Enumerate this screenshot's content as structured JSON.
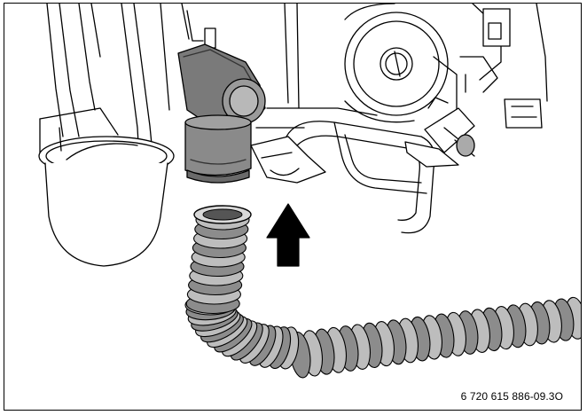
{
  "figure": {
    "code": "6 720 615 886-09.3O"
  },
  "icons": {
    "arrow": "arrow-up-icon",
    "hose": "corrugated-hose",
    "trap": "condensate-trap",
    "pump": "pump-head",
    "valve": "pressure-relief-valve"
  },
  "colors": {
    "line": "#000000",
    "hose_fill": "#bdbdbd",
    "hose_shadow": "#8c8c8c",
    "fitting_dark": "#6e6e6e",
    "fitting_mid": "#a6a6a6",
    "arrow": "#000000"
  }
}
